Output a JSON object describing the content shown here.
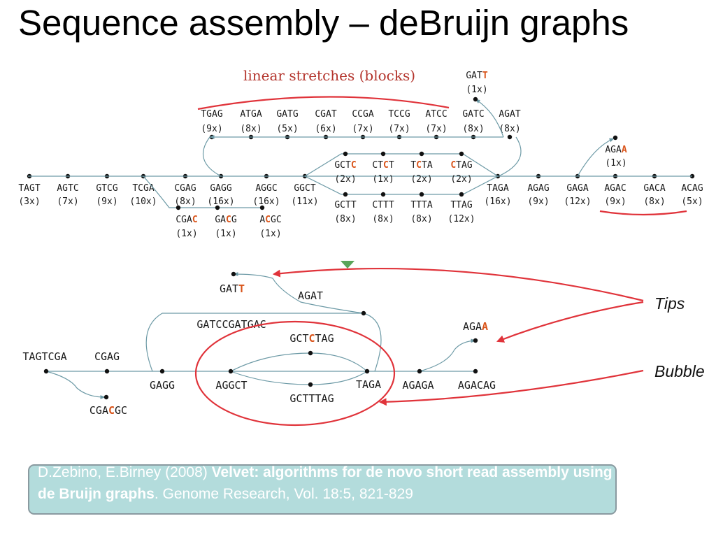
{
  "title": "Sequence assembly – deBruijn graphs",
  "annotations": {
    "blocks": "linear stretches (blocks)",
    "tips": "Tips",
    "bubble": "Bubble"
  },
  "top_graph": {
    "main_path": [
      {
        "kmer": "TAGT",
        "count": "(3x)"
      },
      {
        "kmer": "AGTC",
        "count": "(7x)"
      },
      {
        "kmer": "GTCG",
        "count": "(9x)"
      },
      {
        "kmer": "TCGA",
        "count": "(10x)"
      },
      {
        "kmer": "CGAG",
        "count": "(8x)"
      },
      {
        "kmer": "GAGG",
        "count": "(16x)"
      },
      {
        "kmer": "AGGC",
        "count": "(16x)"
      },
      {
        "kmer": "GGCT",
        "count": "(11x)"
      },
      {
        "kmer": "TAGA",
        "count": "(16x)"
      },
      {
        "kmer": "AGAG",
        "count": "(9x)"
      },
      {
        "kmer": "GAGA",
        "count": "(12x)"
      },
      {
        "kmer": "AGAC",
        "count": "(9x)"
      },
      {
        "kmer": "GACA",
        "count": "(8x)"
      },
      {
        "kmer": "ACAG",
        "count": "(5x)"
      }
    ],
    "loop_path": [
      {
        "kmer": "TGAG",
        "count": "(9x)"
      },
      {
        "kmer": "ATGA",
        "count": "(8x)"
      },
      {
        "kmer": "GATG",
        "count": "(5x)"
      },
      {
        "kmer": "CGAT",
        "count": "(6x)"
      },
      {
        "kmer": "CCGA",
        "count": "(7x)"
      },
      {
        "kmer": "TCCG",
        "count": "(7x)"
      },
      {
        "kmer": "ATCC",
        "count": "(7x)"
      },
      {
        "kmer": "GATC",
        "count": "(8x)"
      },
      {
        "kmer": "AGAT",
        "count": "(8x)"
      }
    ],
    "tip_gatt": {
      "pre": "GAT",
      "alt": "T",
      "post": "",
      "count": "(1x)"
    },
    "tip_agaa": {
      "pre": "AGA",
      "alt": "A",
      "post": "",
      "count": "(1x)"
    },
    "bubble_upper": [
      {
        "pre": "GCT",
        "alt": "C",
        "post": "",
        "count": "(2x)"
      },
      {
        "pre": "CT",
        "alt": "C",
        "post": "T",
        "count": "(1x)"
      },
      {
        "pre": "T",
        "alt": "C",
        "post": "TA",
        "count": "(2x)"
      },
      {
        "pre": "",
        "alt": "C",
        "post": "TAG",
        "count": "(2x)"
      }
    ],
    "bubble_lower": [
      {
        "kmer": "GCTT",
        "count": "(8x)"
      },
      {
        "kmer": "CTTT",
        "count": "(8x)"
      },
      {
        "kmer": "TTTA",
        "count": "(8x)"
      },
      {
        "kmer": "TTAG",
        "count": "(12x)"
      }
    ],
    "error_branch": [
      {
        "pre": "CGA",
        "alt": "C",
        "post": "",
        "count": "(1x)"
      },
      {
        "pre": "GA",
        "alt": "C",
        "post": "G",
        "count": "(1x)"
      },
      {
        "pre": "A",
        "alt": "C",
        "post": "GC",
        "count": "(1x)"
      }
    ]
  },
  "bottom_graph": {
    "tagtcga": "TAGTCGA",
    "cgag": "CGAG",
    "gagg": "GAGG",
    "aggct": "AGGCT",
    "taga": "TAGA",
    "agaga": "AGAGA",
    "agacag": "AGACAG",
    "gctttag": "GCTTTAG",
    "gatccgatgac": "GATCCGATGAC",
    "agat": "AGAT",
    "gatt": {
      "pre": "GAT",
      "alt": "T",
      "post": ""
    },
    "agaa": {
      "pre": "AGA",
      "alt": "A",
      "post": ""
    },
    "gctctag": {
      "pre": "GCT",
      "alt": "C",
      "post": "TAG"
    },
    "cgacgc": {
      "pre": "CGA",
      "alt": "C",
      "post": "GC"
    }
  },
  "citation": {
    "authors": "D.Zebino, E.Birney (2008) ",
    "paper_title": "Velvet: algorithms for de novo short read assembly using de Bruijn graphs",
    "journal": ". Genome Research, Vol. 18:5, 821-829"
  },
  "colors": {
    "highlight": "#d9541a",
    "red_line": "#e0333a",
    "edge": "#6d9aa6",
    "citation_bg": "#b3dcdc",
    "marker": "#5aa55a"
  }
}
